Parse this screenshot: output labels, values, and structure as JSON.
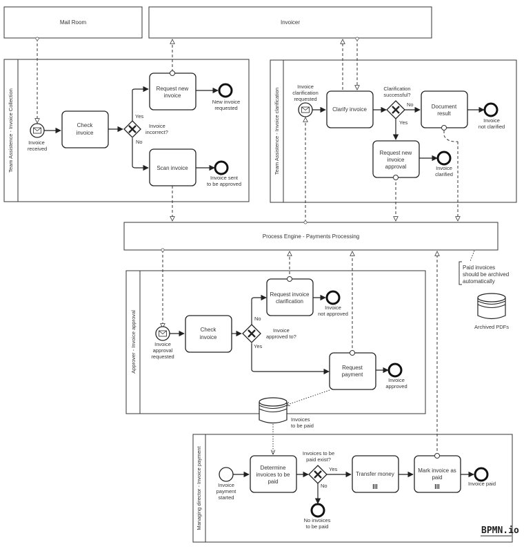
{
  "pools": {
    "mail_room": "Mail Room",
    "invoicer": "Invoicer",
    "process_engine": "Process Engine - Payments Processing"
  },
  "lanes": {
    "invoice_collection": "Team Assistence - Invoice Collection",
    "invoice_clarification": "Team Assistence - Invoice clarification",
    "invoice_approval": "Approver - Invoice approval",
    "invoice_payment": "Managing director - Invoice payment"
  },
  "collection": {
    "start": [
      "Invoice",
      "received"
    ],
    "check": [
      "Check",
      "invoice"
    ],
    "gateway": [
      "Invoice",
      "incorrect?"
    ],
    "yes": "Yes",
    "no": "No",
    "request_new": [
      "Request new",
      "invoice"
    ],
    "end_new": [
      "New invoice",
      "requested"
    ],
    "scan": "Scan invoice",
    "end_scan": [
      "Invoice sent",
      "to be approved"
    ]
  },
  "clarification": {
    "start": [
      "Invoice",
      "clarification",
      "requested"
    ],
    "clarify": "Clarify invoice",
    "gateway": [
      "Clarification",
      "successful?"
    ],
    "no": "No",
    "yes": "Yes",
    "document": [
      "Document",
      "result"
    ],
    "end_not": [
      "Invoice",
      "not clarified"
    ],
    "request_approval": [
      "Request new",
      "invoice",
      "approval"
    ],
    "end_clarified": [
      "Invoice",
      "clarified"
    ]
  },
  "approval": {
    "start": [
      "Invoice",
      "approval",
      "requested"
    ],
    "check": [
      "Check",
      "invoice"
    ],
    "gateway": [
      "Invoice",
      "approved to?"
    ],
    "no": "No",
    "yes": "Yes",
    "request_clar": [
      "Request invoice",
      "clarification"
    ],
    "end_not": [
      "Invoice",
      "not approved"
    ],
    "request_payment": [
      "Request",
      "payment"
    ],
    "end_approved": [
      "Invoice",
      "approved"
    ]
  },
  "datastore": {
    "invoices": [
      "Invoices",
      "to be paid"
    ],
    "archived": "Archived PDFs",
    "annotation": [
      "Paid invoices",
      "should be archived",
      "automatically"
    ]
  },
  "payment": {
    "start": [
      "Invoice",
      "payment",
      "started"
    ],
    "determine": [
      "Determine",
      "invoices to be",
      "paid"
    ],
    "gateway": [
      "Invoices to be",
      "paid exist?"
    ],
    "yes": "Yes",
    "no": "No",
    "transfer": "Transfer money",
    "mark": [
      "Mark invoice as",
      "paid"
    ],
    "end_paid": "Invoice paid",
    "end_none": [
      "No invoices",
      "to be paid"
    ]
  },
  "logo": "BPMN.io"
}
